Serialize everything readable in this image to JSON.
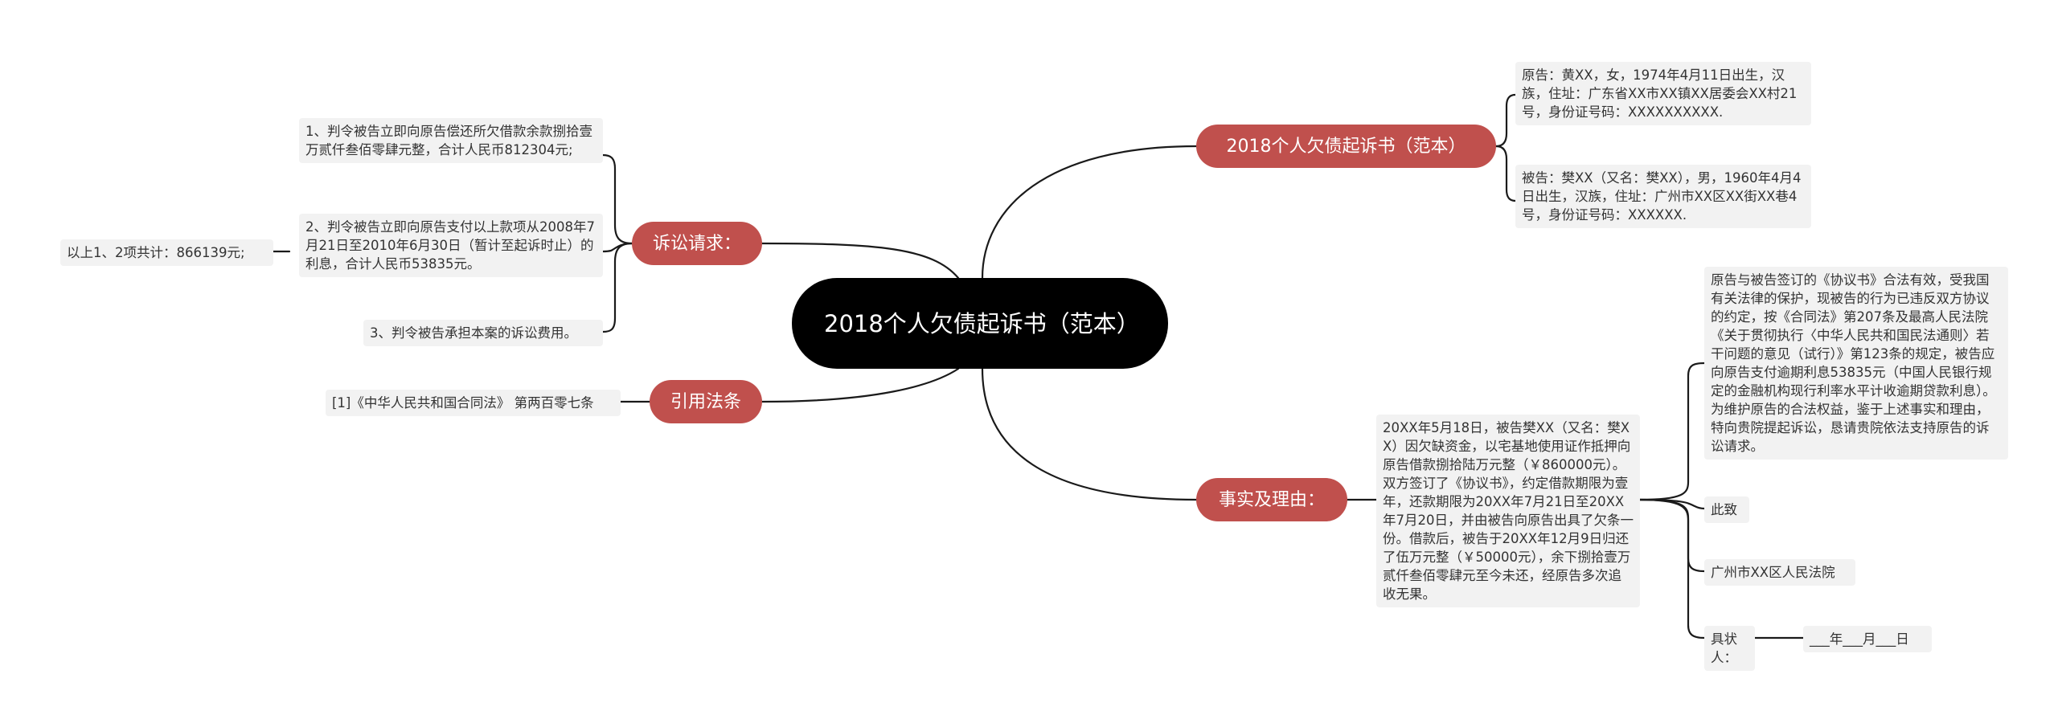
{
  "root": {
    "title": "2018个人欠债起诉书（范本）"
  },
  "branches": {
    "template": {
      "label": "2018个人欠债起诉书（范本）",
      "plaintiff": "原告：黄XX，女，1974年4月11日出生，汉族，住址：广东省XX市XX镇XX居委会XX村21号，身份证号码：XXXXXXXXXX.",
      "defendant": "被告：樊XX（又名：樊XX），男，1960年4月4日出生，汉族，住址：广州市XX区XX街XX巷4号，身份证号码：XXXXXX."
    },
    "claims": {
      "label": "诉讼请求：",
      "item1": "1、判令被告立即向原告偿还所欠借款余款捌拾壹万贰仟叁佰零肆元整，合计人民币812304元;",
      "item2": "2、判令被告立即向原告支付以上款项从2008年7月21日至2010年6月30日（暂计至起诉时止）的利息，合计人民币53835元。",
      "item2_sub": "以上1、2项共计：866139元;",
      "item3": "3、判令被告承担本案的诉讼费用。"
    },
    "law": {
      "label": "引用法条",
      "item": "[1]《中华人民共和国合同法》 第两百零七条"
    },
    "facts": {
      "label": "事实及理由：",
      "detail": "20XX年5月18日，被告樊XX（又名：樊XX）因欠缺资金，以宅基地使用证作抵押向原告借款捌拾陆万元整（￥860000元）。双方签订了《协议书》，约定借款期限为壹年，还款期限为20XX年7月21日至20XX年7月20日，并由被告向原告出具了欠条一份。借款后，被告于20XX年12月9日归还了伍万元整（￥50000元），余下捌拾壹万贰仟叁佰零肆元至今未还，经原告多次追收无果。",
      "reason": "原告与被告签订的《协议书》合法有效，受我国有关法律的保护，现被告的行为已违反双方协议的约定，按《合同法》第207条及最高人民法院《关于贯彻执行〈中华人民共和国民法通则〉若干问题的意见（试行）》第123条的规定，被告应向原告支付逾期利息53835元（中国人民银行规定的金融机构现行利率水平计收逾期贷款利息）。为维护原告的合法权益，鉴于上述事实和理由，特向贵院提起诉讼，恳请贵院依法支持原告的诉讼请求。",
      "closing": "此致",
      "court": "广州市XX区人民法院",
      "signer": "具状人：",
      "date": "___年___月___日"
    }
  },
  "colors": {
    "root": "#000000",
    "branch": "#c0504d",
    "leaf": "#f2f2f2",
    "line": "#1a1a1a"
  }
}
